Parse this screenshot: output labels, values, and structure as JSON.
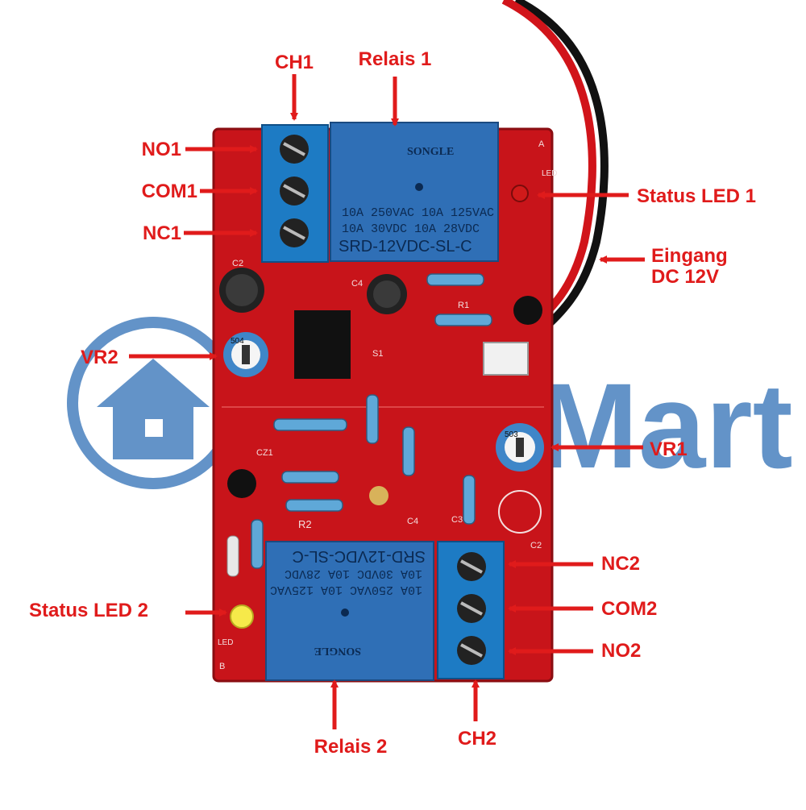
{
  "colors": {
    "label": "#e01b1b",
    "board": "#c8141a",
    "relay": "#2f6fb6",
    "terminal": "#1d7bc4",
    "watermark": "#2f6fb6",
    "wire_red": "#d1141a",
    "wire_black": "#111111"
  },
  "watermark": {
    "text": "CarryMart"
  },
  "relay1": {
    "brand": "SONGLE",
    "rating_line1": "10A 250VAC   10A 125VAC",
    "rating_line2": "10A  30VDC   10A  28VDC",
    "model": "SRD-12VDC-SL-C"
  },
  "relay2": {
    "brand": "SONGLE",
    "rating_line1": "10A 250VAC   10A 125VAC",
    "rating_line2": "10A  30VDC   10A  28VDC",
    "model": "SRD-12VDC-SL-C"
  },
  "pcb_marks": {
    "c2": "C2",
    "c3": "C3",
    "c4": "C4",
    "r1": "R1",
    "r2": "R2",
    "cz1": "CZ1",
    "s1": "S1",
    "led": "LED",
    "a": "A",
    "b": "B",
    "led2": "LED",
    "vr1_code": "503",
    "vr2_code": "504"
  },
  "labels": {
    "ch1": "CH1",
    "relais1": "Relais 1",
    "no1": "NO1",
    "com1": "COM1",
    "nc1": "NC1",
    "status_led1": "Status LED 1",
    "eingang_line1": "Eingang",
    "eingang_line2": "DC 12V",
    "vr2": "VR2",
    "vr1": "VR1",
    "nc2": "NC2",
    "com2": "COM2",
    "no2": "NO2",
    "status_led2": "Status LED 2",
    "relais2": "Relais 2",
    "ch2": "CH2"
  }
}
